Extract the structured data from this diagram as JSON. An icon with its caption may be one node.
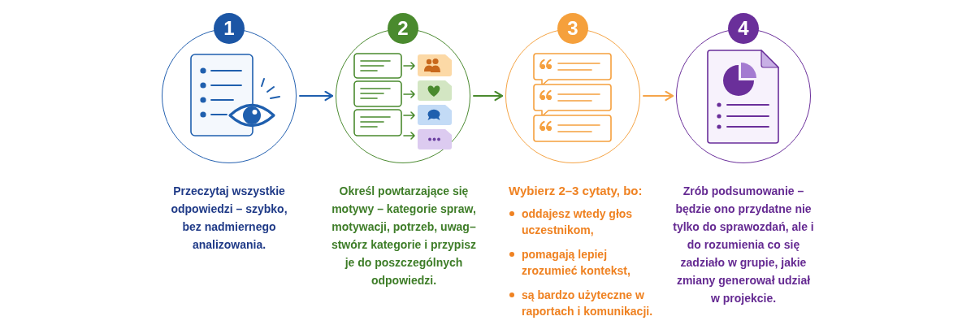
{
  "diagram": {
    "nodes": [
      {
        "text": [
          "1"
        ],
        "beside": [
          "Przeczytaj wszystkie odpowiedzi – szybko, bez nadmiernego analizowania."
        ]
      },
      {
        "text": [
          "2"
        ],
        "beside": [
          "Określ powtarzające się motywy – kategorie spraw, motywacji, potrzeb, uwag– stwórz kategorie i przypisz je do poszczególnych odpowiedzi."
        ]
      },
      {
        "text": [
          "3"
        ],
        "beside": [
          "Wybierz 2–3 cytaty, bo:",
          "oddajesz wtedy głos uczestnikom,",
          "pomagają lepiej zrozumieć kontekst,",
          "są bardzo użyteczne w raportach i komunikacji."
        ]
      },
      {
        "text": [
          "4"
        ],
        "beside": [
          "Zrób podsumowanie – będzie ono przydatne nie tylko do sprawozdań, ale i do rozumienia co się zadziało w grupie, jakie zmiany generował udział w projekcie."
        ]
      }
    ],
    "edges": [
      {
        "from": 0,
        "to": 1,
        "arrow": "to",
        "color": "#1f5fae"
      },
      {
        "from": 1,
        "to": 2,
        "arrow": "to",
        "color": "#4a8a2e"
      },
      {
        "from": 2,
        "to": 3,
        "arrow": "to",
        "color": "#f5a54a"
      }
    ]
  }
}
